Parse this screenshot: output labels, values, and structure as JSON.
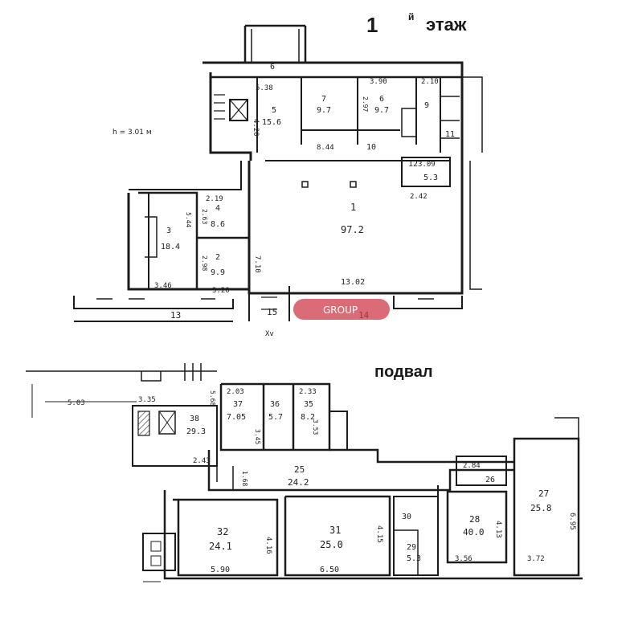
{
  "floor1": {
    "number": "1",
    "note": "й",
    "label": "этаж",
    "height_note": "h = 3.01 м",
    "axis_mark": "Xv",
    "rooms": [
      {
        "id": "m1",
        "num": "1",
        "area": "97.2"
      },
      {
        "id": "m2",
        "num": "2",
        "area": "9.9"
      },
      {
        "id": "m3",
        "num": "3",
        "area": "18.4"
      },
      {
        "id": "m4",
        "num": "4",
        "area": "8.6"
      },
      {
        "id": "m5",
        "num": "5",
        "area": "15.6"
      },
      {
        "id": "m6",
        "num": "6",
        "area": "9.7"
      },
      {
        "id": "m7",
        "num": "7",
        "area": "9.7"
      },
      {
        "id": "m9",
        "num": "9",
        "area": ""
      },
      {
        "id": "m10",
        "num": "10",
        "area": ""
      },
      {
        "id": "m11",
        "num": "11",
        "area": ""
      },
      {
        "id": "m12",
        "num": "12",
        "area": "5.3"
      },
      {
        "id": "m13",
        "num": "13",
        "area": ""
      },
      {
        "id": "m14",
        "num": "14",
        "area": ""
      },
      {
        "id": "m15",
        "num": "15",
        "area": ""
      },
      {
        "id": "m6top",
        "num": "6",
        "area": ""
      }
    ],
    "dims": [
      "5.38",
      "3.90",
      "2.10",
      "8.44",
      "3.09",
      "2.42",
      "13.02",
      "3.46",
      "3.20",
      "7.10",
      "4.20",
      "2.19",
      "2.63",
      "5.44",
      "2.98",
      "2.97"
    ]
  },
  "basement": {
    "label": "подвал",
    "rooms": [
      {
        "id": "m25",
        "num": "25",
        "area": "24.2"
      },
      {
        "id": "m26",
        "num": "26",
        "area": ""
      },
      {
        "id": "m27",
        "num": "27",
        "area": "25.8"
      },
      {
        "id": "m28",
        "num": "28",
        "area": "40.0"
      },
      {
        "id": "m29",
        "num": "29",
        "area": "5.3"
      },
      {
        "id": "m30",
        "num": "30",
        "area": ""
      },
      {
        "id": "m31",
        "num": "31",
        "area": "25.0"
      },
      {
        "id": "m32",
        "num": "32",
        "area": "24.1"
      },
      {
        "id": "m35",
        "num": "35",
        "area": "8.2"
      },
      {
        "id": "m36",
        "num": "36",
        "area": "5.7"
      },
      {
        "id": "m37",
        "num": "37",
        "area": "7.05"
      },
      {
        "id": "m38",
        "num": "38",
        "area": "29.3"
      }
    ],
    "dims": [
      "5.03",
      "3.35",
      "5.68",
      "2.03",
      "2.33",
      "2.43",
      "1.68",
      "2.84",
      "6.95",
      "4.13",
      "3.56",
      "3.72",
      "4.16",
      "5.90",
      "6.50",
      "4.15",
      "3.53",
      "3.45"
    ]
  },
  "watermark": "GROUP"
}
